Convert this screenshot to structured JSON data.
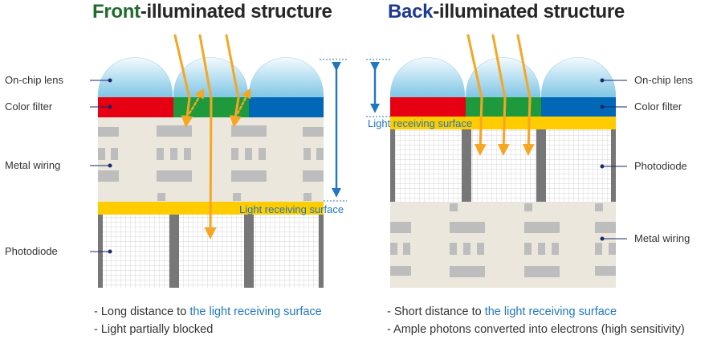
{
  "left": {
    "title_prefix": "Front",
    "title_suffix": "-illuminated structure",
    "labels": {
      "lens": "On-chip lens",
      "filter": "Color filter",
      "wiring": "Metal wiring",
      "photodiode": "Photodiode",
      "surface": "Light receiving surface"
    },
    "notes": [
      {
        "text": "- Long distance to ",
        "accent": "the light receiving surface"
      },
      {
        "text": "- Light partially blocked",
        "accent": ""
      }
    ]
  },
  "right": {
    "title_prefix": "Back",
    "title_suffix": "-illuminated structure",
    "labels": {
      "lens": "On-chip lens",
      "filter": "Color filter",
      "photodiode": "Photodiode",
      "wiring": "Metal wiring",
      "surface": "Light receiving surface"
    },
    "notes": [
      {
        "text": "- Short distance to ",
        "accent": "the light receiving surface"
      },
      {
        "text": "- Ample photons converted into electrons (high sensitivity)",
        "accent": ""
      }
    ]
  },
  "colors": {
    "red_filter": "#e60012",
    "green_filter": "#1e9a3c",
    "blue_filter": "#0068b7",
    "surface_yellow": "#ffcc00",
    "wiring_bg": "#ebe7dc",
    "light_ray": "#f5a623",
    "arrow_blue": "#1f77c0"
  }
}
